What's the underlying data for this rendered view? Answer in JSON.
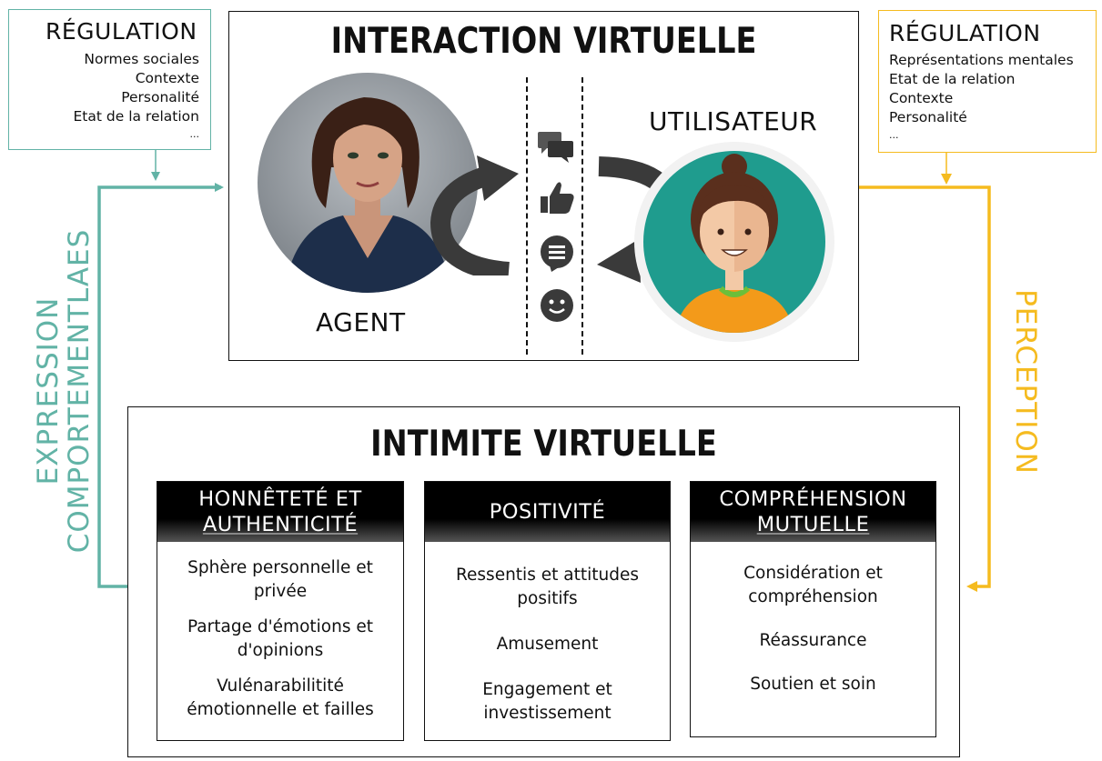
{
  "regulation_left": {
    "title": "RÉGULATION",
    "items": [
      "Normes sociales",
      "Contexte",
      "Personalité",
      "Etat de la relation",
      "..."
    ]
  },
  "regulation_right": {
    "title": "RÉGULATION",
    "items": [
      "Représentations mentales",
      "Etat de la relation",
      "Contexte",
      "Personalité",
      "..."
    ]
  },
  "interaction": {
    "title": "INTERACTION VIRTUELLE",
    "agent_label": "AGENT",
    "user_label": "UTILISATEUR",
    "channel_icons": [
      "chat-bubbles-icon",
      "thumbs-up-icon",
      "message-icon",
      "smiley-icon"
    ]
  },
  "left_flow_label": [
    "EXPRESSION",
    "COMPORTEMENTLAES"
  ],
  "right_flow_label": "PERCEPTION",
  "intimite": {
    "title": "INTIMITE VIRTUELLE",
    "categories": [
      {
        "header": [
          "HONNÊTETÉ ET",
          "AUTHENTICITÉ"
        ],
        "items": [
          "Sphère personnelle et privée",
          "Partage d'émotions et d'opinions",
          "Vulénarabilitité émotionnelle et failles"
        ]
      },
      {
        "header": [
          "POSITIVITÉ"
        ],
        "items": [
          "Ressentis et attitudes positifs",
          "Amusement",
          "Engagement et investissement"
        ]
      },
      {
        "header": [
          "COMPRÉHENSION",
          "MUTUELLE"
        ],
        "items": [
          "Considération et compréhension",
          "Réassurance",
          "Soutien et soin"
        ]
      }
    ]
  },
  "colors": {
    "teal": "#62b3a6",
    "yellow": "#f5bb1f",
    "dark_arrow": "#3a3a3a",
    "user_circle": "#1f9c8e"
  }
}
